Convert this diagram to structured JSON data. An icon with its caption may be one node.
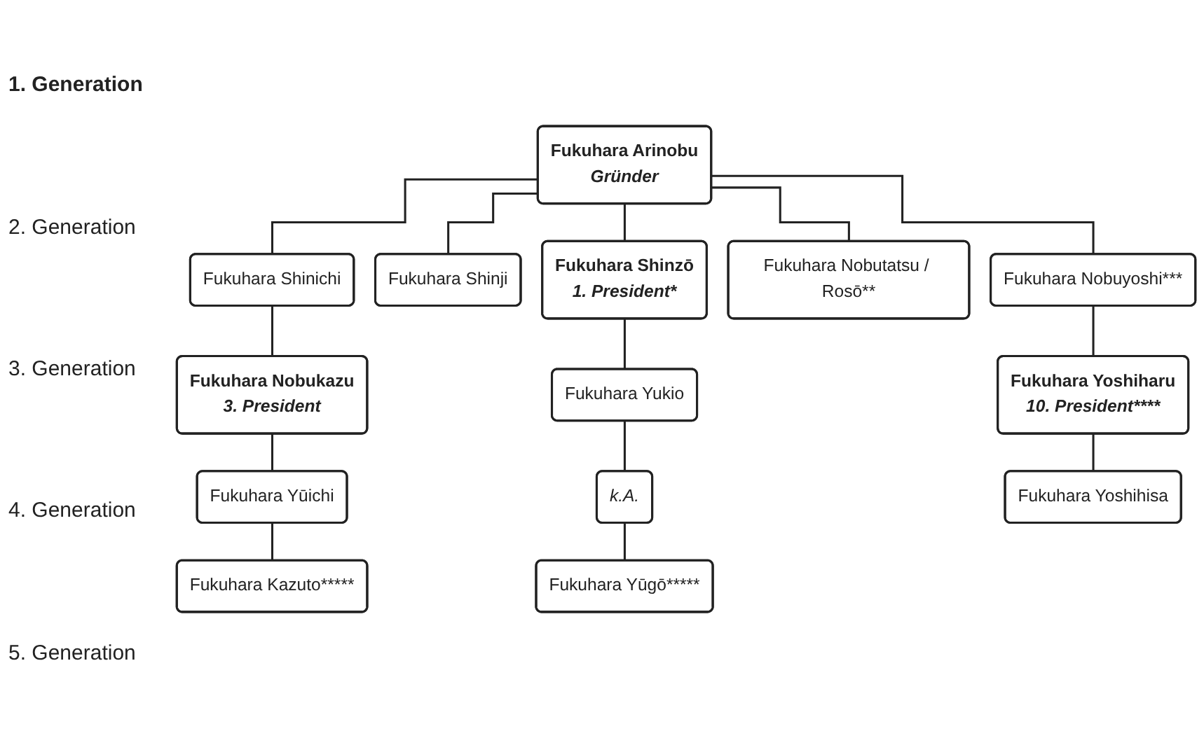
{
  "diagram": {
    "nodes": [
      {
        "text": [
          "Fukuhara Arinobu",
          "Gründer"
        ]
      },
      {
        "text": [
          "Fukuhara Shinichi"
        ]
      },
      {
        "text": [
          "Fukuhara Shinji"
        ]
      },
      {
        "text": [
          "Fukuhara Shinzō",
          "1. President*"
        ]
      },
      {
        "text": [
          "Fukuhara Nobutatsu / Rosō**"
        ]
      },
      {
        "text": [
          "Fukuhara Nobuyoshi***"
        ]
      },
      {
        "text": [
          "Fukuhara Nobukazu",
          "3. President"
        ]
      },
      {
        "text": [
          "Fukuhara Yukio"
        ]
      },
      {
        "text": [
          "Fukuhara Yoshiharu",
          "10. President****"
        ]
      },
      {
        "text": [
          "Fukuhara Yūichi"
        ]
      },
      {
        "text": [
          "k.A."
        ]
      },
      {
        "text": [
          "Fukuhara Yoshihisa"
        ]
      },
      {
        "text": [
          "Fukuhara Kazuto*****"
        ]
      },
      {
        "text": [
          "Fukuhara Yūgō*****"
        ]
      }
    ],
    "edges": [
      {
        "from": 0,
        "to": 1,
        "arrow": "none"
      },
      {
        "from": 0,
        "to": 2,
        "arrow": "none"
      },
      {
        "from": 0,
        "to": 3,
        "arrow": "none"
      },
      {
        "from": 0,
        "to": 4,
        "arrow": "none"
      },
      {
        "from": 0,
        "to": 5,
        "arrow": "none"
      },
      {
        "from": 1,
        "to": 6,
        "arrow": "none"
      },
      {
        "from": 3,
        "to": 7,
        "arrow": "none"
      },
      {
        "from": 5,
        "to": 8,
        "arrow": "none"
      },
      {
        "from": 6,
        "to": 9,
        "arrow": "none"
      },
      {
        "from": 7,
        "to": 10,
        "arrow": "none"
      },
      {
        "from": 8,
        "to": 11,
        "arrow": "none"
      },
      {
        "from": 9,
        "to": 12,
        "arrow": "none"
      },
      {
        "from": 10,
        "to": 13,
        "arrow": "none"
      }
    ],
    "labels": [
      "1. Generation",
      "2. Generation",
      "3. Generation",
      "4. Generation",
      "5. Generation"
    ]
  }
}
